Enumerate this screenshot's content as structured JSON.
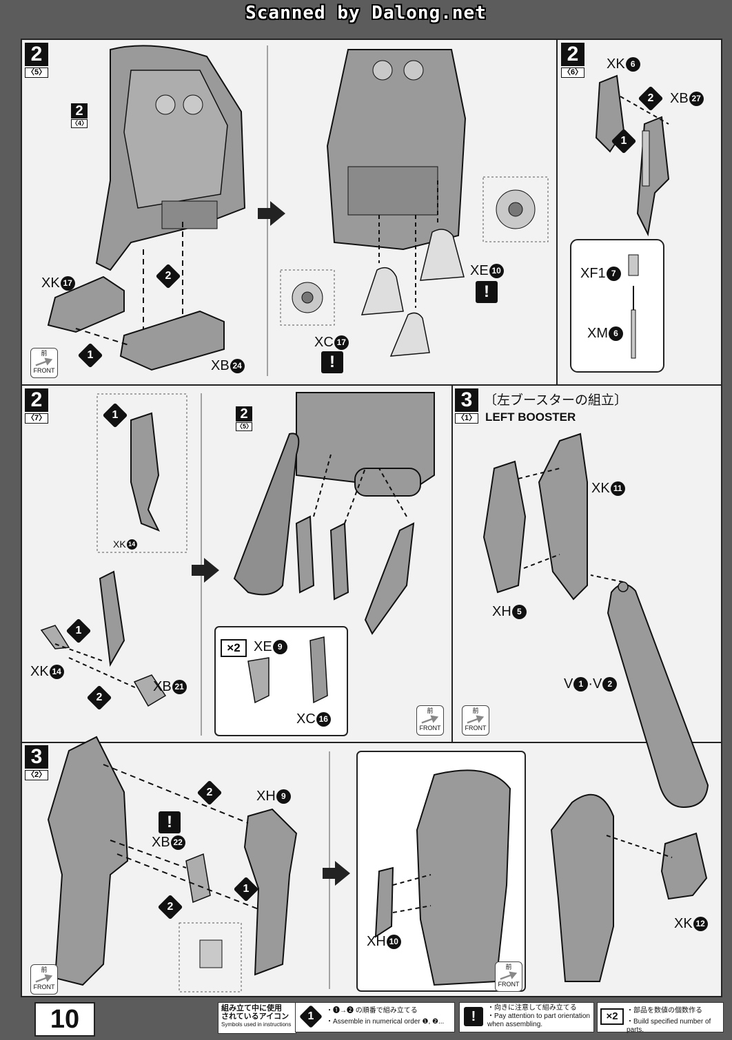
{
  "watermark": "Scanned by Dalong.net",
  "page_number": "10",
  "panels": {
    "p1": {
      "step": "2",
      "sub": "5",
      "ref_step": "2",
      "ref_sub": "4",
      "parts": [
        {
          "code": "XK",
          "num": "17"
        },
        {
          "code": "XB",
          "num": "24"
        }
      ],
      "orders": [
        "1",
        "2"
      ]
    },
    "p2": {
      "parts": [
        {
          "code": "XE",
          "num": "10"
        },
        {
          "code": "XC",
          "num": "17"
        }
      ]
    },
    "p3": {
      "step": "2",
      "sub": "6",
      "orders": [
        "1",
        "2"
      ],
      "parts": [
        {
          "code": "XK",
          "num": "6"
        },
        {
          "code": "XB",
          "num": "27"
        },
        {
          "code": "XF1",
          "num": "7"
        },
        {
          "code": "XM",
          "num": "6"
        }
      ]
    },
    "p4": {
      "step": "2",
      "sub": "7",
      "orders": [
        "1",
        "1",
        "2"
      ],
      "parts": [
        {
          "code": "XK",
          "num": "14"
        },
        {
          "code": "XK",
          "num": "14"
        },
        {
          "code": "XB",
          "num": "21"
        }
      ]
    },
    "p5": {
      "ref_step": "2",
      "ref_sub": "5",
      "multiplier": "×2",
      "parts": [
        {
          "code": "XE",
          "num": "9"
        },
        {
          "code": "XC",
          "num": "16"
        }
      ]
    },
    "p6": {
      "step": "3",
      "sub": "1",
      "title_ja": "〔左ブースターの組立〕",
      "title_en": "LEFT BOOSTER",
      "parts": [
        {
          "code": "XK",
          "num": "11"
        },
        {
          "code": "XH",
          "num": "5"
        }
      ],
      "part_v": {
        "a": "V",
        "a_num": "1",
        "sep": "·",
        "b": "V",
        "b_num": "2"
      }
    },
    "p7": {
      "step": "3",
      "sub": "2",
      "orders": [
        "2",
        "1",
        "2"
      ],
      "parts": [
        {
          "code": "XH",
          "num": "9"
        },
        {
          "code": "XB",
          "num": "22"
        }
      ]
    },
    "p8": {
      "parts": [
        {
          "code": "XH",
          "num": "10"
        },
        {
          "code": "XK",
          "num": "12"
        }
      ]
    }
  },
  "front_badge": {
    "ja": "前",
    "en": "FRONT"
  },
  "warn_symbol": "!",
  "legend": {
    "title_ja_1": "組み立て中に使用",
    "title_ja_2": "されているアイコン",
    "title_en": "Symbols used in instructions",
    "item1_icon": "1",
    "item1_ja": "・❶→❷ の順番で組み立てる",
    "item1_en": "・Assemble in numerical order ❶, ❷...",
    "item2_icon": "!",
    "item2_ja": "・向きに注意して組み立てる",
    "item2_en_1": "・Pay attention to part orientation",
    "item2_en_2": "when assembling.",
    "item3_icon": "×2",
    "item3_ja": "・部品を数値の個数作る",
    "item3_en": "・Build specified number of parts."
  },
  "colors": {
    "part_fill": "#9a9a9a",
    "part_light": "#c9c9c9",
    "ink": "#111111",
    "paper": "#f2f2f2"
  }
}
